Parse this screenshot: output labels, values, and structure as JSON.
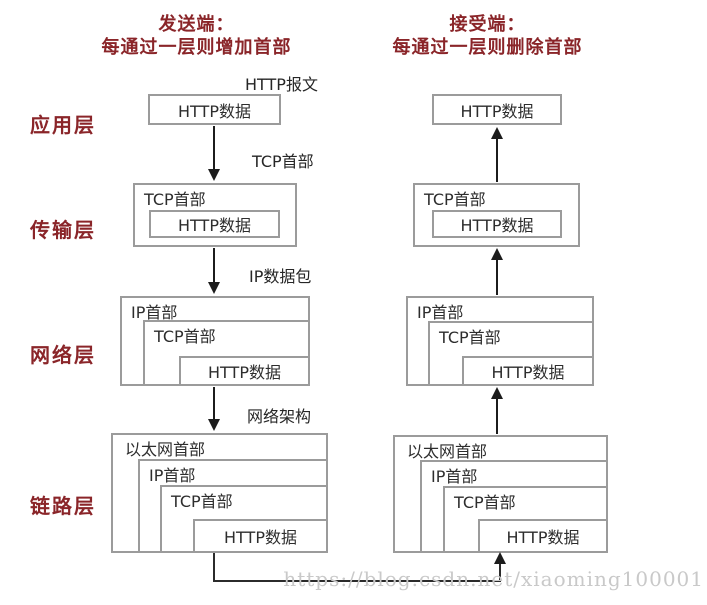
{
  "title_sender": {
    "line1": "发送端：",
    "line2": "每通过一层则增加首部"
  },
  "title_receiver": {
    "line1": "接受端：",
    "line2": "每通过一层则删除首部"
  },
  "layer_labels": {
    "application": "应用层",
    "transport": "传输层",
    "network": "网络层",
    "link": "链路层"
  },
  "box_labels": {
    "http_data": "HTTP数据",
    "tcp_header": "TCP首部",
    "ip_header": "IP首部",
    "ethernet_header": "以太网首部"
  },
  "annotations": {
    "http_message": "HTTP报文",
    "tcp_header": "TCP首部",
    "ip_packet": "IP数据包",
    "network_fabric": "网络架构"
  },
  "watermark": "https://blog.csdn.net/xiaoming100001",
  "colors": {
    "accent_red": "#8a2529",
    "box_border": "#9b9b9b",
    "arrow_black": "#1c1c1c",
    "connector": "#2b2b2b",
    "watermark_gray": "#c9c9c9"
  }
}
